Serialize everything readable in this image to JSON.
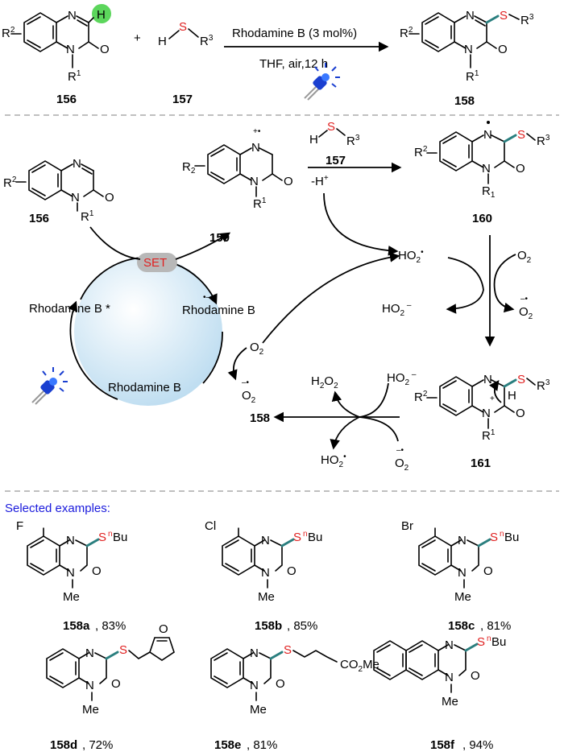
{
  "reaction": {
    "reagent": "Rhodamine B (3 mol%)",
    "conditions": "THF, air,12 h",
    "substrate_id": "156",
    "thiol_id": "157",
    "product_id": "158",
    "h_label": "H",
    "s_label": "S"
  },
  "mechanism": {
    "set_label": "SET",
    "catalyst": "Rhodamine B",
    "catalyst_excited": "Rhodamine B *",
    "catalyst_radical_anion": "Rhodamine B",
    "o2": "O",
    "o2_radical": "O",
    "ho2_radical": "HO",
    "ho2_anion": "HO",
    "h2o2": "H",
    "minus_h": "-H",
    "ids": {
      "i156": "156",
      "i157": "157",
      "i159": "159",
      "i160": "160",
      "i161": "161",
      "i158": "158"
    }
  },
  "examples": {
    "heading": "Selected examples:",
    "items": [
      {
        "id": "158a",
        "yield": ", 83%",
        "halogen": "F",
        "sub": "S",
        "sup": "n",
        "bu": "Bu"
      },
      {
        "id": "158b",
        "yield": ", 85%",
        "halogen": "Cl",
        "sub": "S",
        "sup": "n",
        "bu": "Bu"
      },
      {
        "id": "158c",
        "yield": ", 81%",
        "halogen": "Br",
        "sub": "S",
        "sup": "n",
        "bu": "Bu"
      },
      {
        "id": "158d",
        "yield": ", 72%",
        "sub": "S"
      },
      {
        "id": "158e",
        "yield": ", 81%",
        "sub": "S",
        "ester": "CO",
        "ester2": "Me"
      },
      {
        "id": "158f",
        "yield": ", 94%",
        "sub": "S",
        "sup": "n",
        "bu": "Bu"
      }
    ],
    "me": "Me"
  },
  "colors": {
    "accent_green": "#5cd65c",
    "thio_red": "#e02020",
    "bond_teal": "#2a7f7f",
    "blue_text": "#1a1adc",
    "circle_fill": "#cfe6f5",
    "set_fill": "#b8b8b8"
  }
}
